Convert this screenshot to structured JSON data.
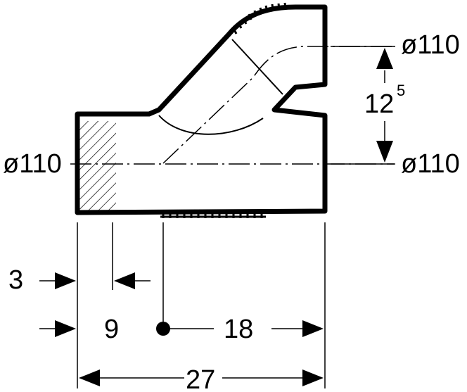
{
  "labels": {
    "dia_top_right": "ø110",
    "dia_bottom_right": "ø110",
    "dia_left": "ø110",
    "offset_main": "12",
    "offset_sup": "5",
    "dim_3": "3",
    "dim_9": "9",
    "dim_18": "18",
    "dim_27": "27"
  },
  "colors": {
    "line": "#000000",
    "background": "#ffffff"
  }
}
